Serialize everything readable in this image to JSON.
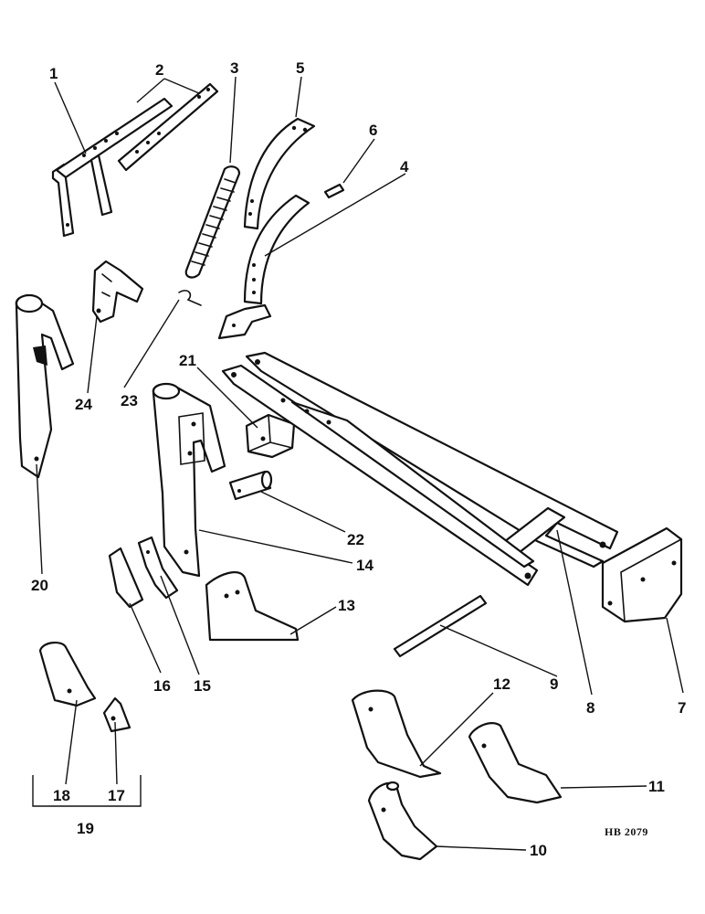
{
  "callouts": {
    "c1": "1",
    "c2": "2",
    "c3": "3",
    "c4": "4",
    "c5": "5",
    "c6": "6",
    "c7": "7",
    "c8": "8",
    "c9": "9",
    "c10": "10",
    "c11": "11",
    "c12": "12",
    "c13": "13",
    "c14": "14",
    "c15": "15",
    "c16": "16",
    "c17": "17",
    "c18": "18",
    "c19": "19",
    "c20": "20",
    "c21": "21",
    "c22": "22",
    "c23": "23",
    "c24": "24"
  },
  "figure_code": "HB 2079"
}
